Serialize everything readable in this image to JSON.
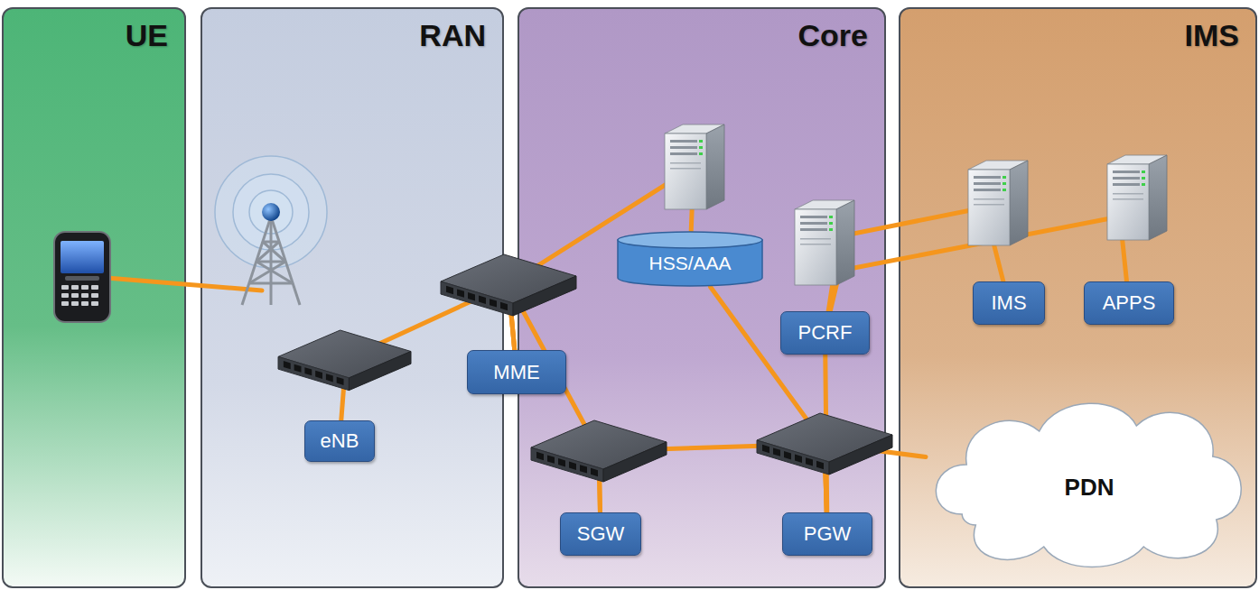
{
  "diagram": {
    "nodes": [
      {
        "text": [
          "UE"
        ]
      },
      {
        "text": [
          "RAN"
        ]
      },
      {
        "text": [
          "Core"
        ]
      },
      {
        "text": [
          "IMS"
        ]
      },
      {
        "text": [
          "eNB"
        ],
        "in": 1
      },
      {
        "text": [
          "MME"
        ],
        "in": 2
      },
      {
        "text": [
          "HSS/AAA"
        ],
        "in": 2
      },
      {
        "text": [
          "PCRF"
        ],
        "in": 2
      },
      {
        "text": [
          "SGW"
        ],
        "in": 2
      },
      {
        "text": [
          "PGW"
        ],
        "in": 2
      },
      {
        "text": [
          "IMS"
        ],
        "in": 3
      },
      {
        "text": [
          "APPS"
        ],
        "in": 3
      },
      {
        "text": [
          "PDN"
        ],
        "in": 3
      }
    ],
    "edges": [
      {
        "from": 4,
        "to": 5,
        "arrow": "none"
      },
      {
        "from": 5,
        "to": 6,
        "arrow": "none"
      },
      {
        "from": 5,
        "to": 8,
        "arrow": "none"
      },
      {
        "from": 6,
        "to": 9,
        "arrow": "none"
      },
      {
        "from": 8,
        "to": 9,
        "arrow": "none"
      },
      {
        "from": 9,
        "to": 7,
        "arrow": "none"
      },
      {
        "from": 7,
        "to": 10,
        "arrow": "none"
      },
      {
        "from": 7,
        "to": 11,
        "arrow": "none"
      },
      {
        "from": 9,
        "to": 12,
        "arrow": "none"
      }
    ]
  }
}
